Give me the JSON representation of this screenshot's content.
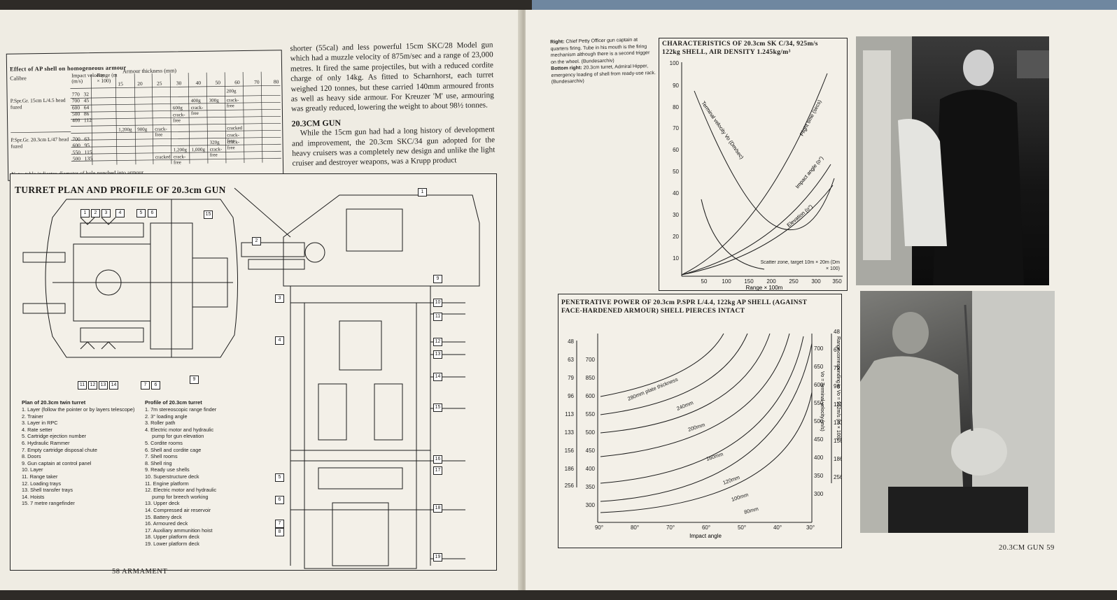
{
  "left_page": {
    "table": {
      "title": "Effect of AP shell on homogeneous armour",
      "header_calibre": "Calibre",
      "header_impact": "Impact velocity (m/s)",
      "header_range": "Range (m × 100)",
      "header_armour": "Armour thickness (mm)",
      "thicknesses": [
        "15",
        "20",
        "25",
        "30",
        "40",
        "50",
        "60",
        "70",
        "80"
      ],
      "shells": [
        {
          "name": "P.Spr.Gr. 15cm L/4.5 head fuzed",
          "rows": [
            [
              "770",
              "32"
            ],
            [
              "700",
              "45"
            ],
            [
              "600",
              "64"
            ],
            [
              "500",
              "86"
            ],
            [
              "400",
              "112"
            ]
          ]
        },
        {
          "name": "P.Spr.Gr. 20.3cm L/47 head fuzed",
          "rows": [
            [
              "700",
              "63"
            ],
            [
              "600",
              "95"
            ],
            [
              "550",
              "115"
            ],
            [
              "500",
              "135"
            ]
          ]
        }
      ],
      "cells": [
        "200g",
        "400g",
        "300g",
        "crack-free",
        "600g",
        "crack-free",
        "crack-free",
        "1,200g",
        "900g",
        "crack-free",
        "cracked",
        "crack-free",
        "320g",
        "crack-free",
        "1,200g",
        "1,000g",
        "crack-free",
        "cracked",
        "crack-free"
      ],
      "note": "Note: table indicates diameter of hole punched into armour."
    },
    "body": {
      "para1": "shorter (55cal) and less powerful 15cm SKC/28 Model gun which had a muzzle velocity of 875m/sec and a range of 23,000 metres. It fired the same projectiles, but with a reduced cordite charge of only 14kg. As fitted to Scharnhorst, each turret weighed 120 tonnes, but these carried 140mm armoured fronts as well as heavy side armour. For Kreuzer 'M' use, armouring was greatly reduced, lowering the weight to about 98½ tonnes.",
      "subheading": "20.3CM GUN",
      "para2": "While the 15cm gun had had a long history of development and improvement, the 20.3cm SKC/34 gun adopted for the heavy cruisers was a completely new design and unlike the light cruiser and destroyer weapons, was a Krupp product"
    },
    "diagram": {
      "title": "TURRET PLAN AND PROFILE OF 20.3cm GUN",
      "plan_title": "Plan of 20.3cm twin turret",
      "plan_items": [
        "1.  Layer (follow the pointer or by layers telescope)",
        "2.  Trainer",
        "3.  Layer in RPC",
        "4.  Rate setter",
        "5.  Cartridge ejection number",
        "6.  Hydraulic Rammer",
        "7.  Empty cartridge disposal chute",
        "8.  Doors",
        "9.  Gun captain at control panel",
        "10.  Layer",
        "11.  Range taker",
        "12.  Loading trays",
        "13.  Shell transfer trays",
        "14.  Hoists",
        "15.  7 metre rangefinder"
      ],
      "profile_title": "Profile of 20.3cm turret",
      "profile_items": [
        "1.  7m stereoscopic range finder",
        "2.  3° loading angle",
        "3.  Roller path",
        "4.  Electric motor and hydraulic",
        "     pump for gun elevation",
        "5.  Cordite rooms",
        "6.  Shell and cordite cage",
        "7.  Shell rooms",
        "8.  Shell ring",
        "9.  Ready use shells",
        "10.  Superstructure deck",
        "11.  Engine platform",
        "12.  Electric motor and hydraulic",
        "     pump for breech working",
        "13.  Upper deck",
        "14.  Compressed air reservoir",
        "15.  Battery deck",
        "16.  Armoured deck",
        "17.  Auxiliary ammunition hoist",
        "18.  Upper platform deck",
        "19.  Lower platform deck"
      ],
      "callouts_plan_top": [
        "1",
        "2",
        "3",
        "4",
        "5",
        "6",
        "15"
      ],
      "callouts_plan_bottom": [
        "11",
        "12",
        "13",
        "14",
        "7",
        "6",
        "9"
      ],
      "callouts_profile": [
        "1",
        "2",
        "3",
        "4",
        "5",
        "6",
        "7",
        "8",
        "9",
        "10",
        "11",
        "12",
        "13",
        "14",
        "15",
        "16",
        "17",
        "18",
        "19"
      ]
    },
    "folio": "58  ARMAMENT"
  },
  "right_page": {
    "caption": {
      "right_label": "Right:",
      "right_text": "Chief Petty Officer gun captain at quarters firing. Tube in his mouth is the firing mechanism although there is a second trigger on the wheel. (Bundesarchiv)",
      "bottom_label": "Bottom right:",
      "bottom_text": "20.3cm turret, Admiral Hipper, emergency loading of shell from ready-use rack. (Bundesarchiv)"
    },
    "chart1": {
      "title_line1": "CHARACTERISTICS OF 20.3cm SK C/34, 925m/s",
      "title_line2": "122kg SHELL, AIR DENSITY 1.245kg/m³",
      "x_label": "Range × 100m",
      "x_ticks": [
        "50",
        "100",
        "150",
        "200",
        "250",
        "300",
        "350"
      ],
      "y_ticks": [
        "100",
        "90",
        "80",
        "70",
        "60",
        "50",
        "40",
        "30",
        "20",
        "10"
      ],
      "annotation": "Scatter zone, target 10m × 20m (Dm × 100)",
      "curves": [
        "Terminal velocity Vo (Dm/sec)",
        "Flight time (secs)",
        "Impact angle (o°)",
        "Elevation (o°)"
      ]
    },
    "chart2": {
      "title_line1": "PENETRATIVE POWER OF 20.3cm P.SPR L/4.4, 122kg AP SHELL (AGAINST",
      "title_line2": "FACE-HARDENED ARMOUR) SHELL PIERCES INTACT",
      "x_label": "Impact angle",
      "x_ticks": [
        "90°",
        "80°",
        "70°",
        "60°",
        "50°",
        "40°",
        "30°"
      ],
      "left_outer": [
        "48",
        "63",
        "79",
        "96",
        "113",
        "133",
        "156",
        "186",
        "256"
      ],
      "left_inner": [
        "700",
        "850",
        "600",
        "550",
        "500",
        "450",
        "400",
        "350",
        "300"
      ],
      "right_inner": [
        "700",
        "650",
        "600",
        "550",
        "500",
        "450",
        "400",
        "350",
        "300"
      ],
      "right_outer": [
        "48",
        "63",
        "79",
        "96",
        "113",
        "133",
        "156",
        "186",
        "256"
      ],
      "right_axis_1": "Vo = Terminal velocity (m/s)",
      "right_axis_2": "Range corresponding to Vo = 952m/s (m × 100)",
      "curves": [
        "280mm plate thickness",
        "240mm",
        "200mm",
        "160mm",
        "120mm",
        "100mm",
        "80mm"
      ]
    },
    "folio": "20.3CM GUN   59"
  }
}
